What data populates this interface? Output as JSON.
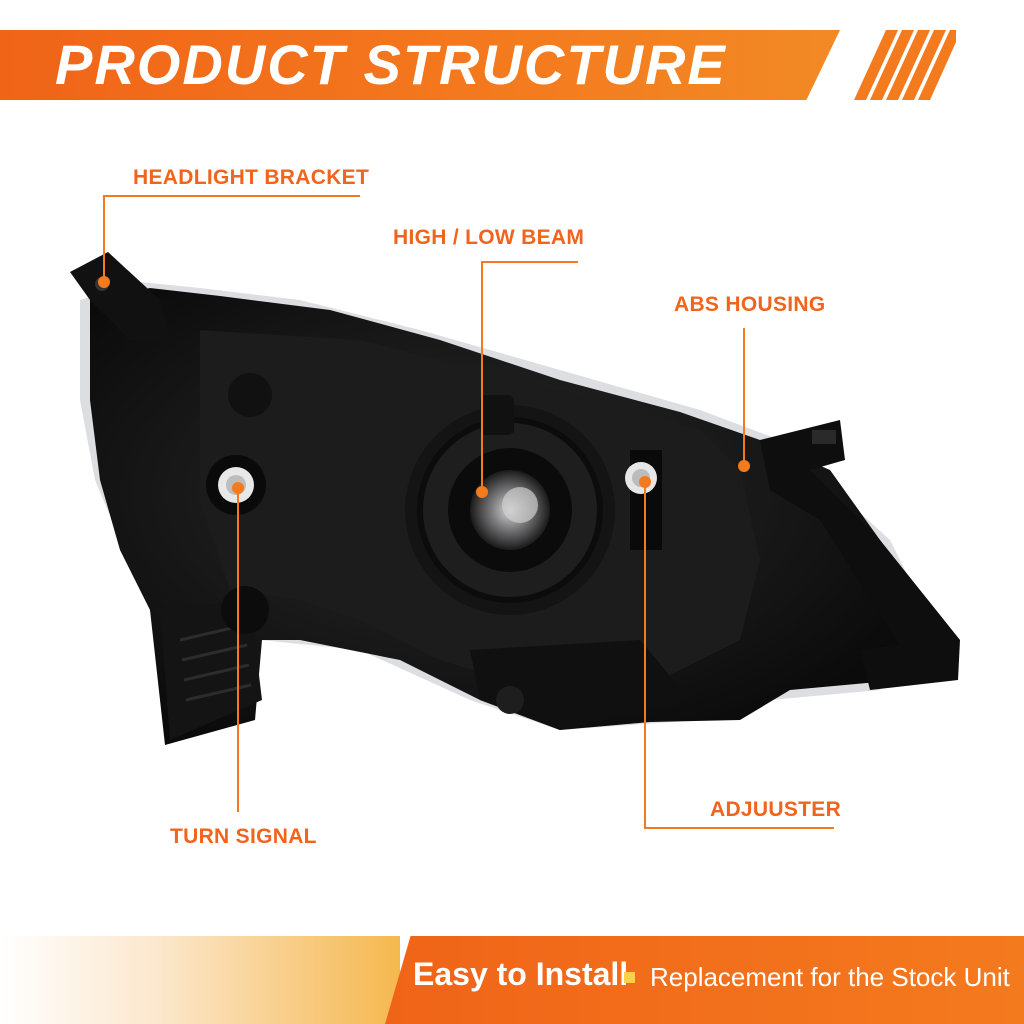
{
  "header": {
    "title": "PRODUCT STRUCTURE"
  },
  "callouts": {
    "headlight_bracket": "HEADLIGHT BRACKET",
    "high_low_beam": "HIGH / LOW BEAM",
    "abs_housing": "ABS HOUSING",
    "adjuster": "ADJUUSTER",
    "turn_signal": "TURN SIGNAL"
  },
  "footer": {
    "main": "Easy to Install",
    "sub": "Replacement for the Stock Unit"
  },
  "colors": {
    "accent": "#f0641c",
    "accent_light": "#f47a1e",
    "footer_dot": "#fbd04a",
    "housing": "#151515"
  },
  "image": {
    "subject": "headlight-housing-rear-view"
  }
}
